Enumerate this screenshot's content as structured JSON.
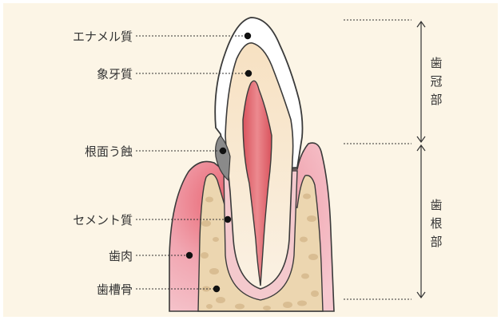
{
  "labels": {
    "enamel": "エナメル質",
    "dentin": "象牙質",
    "root_caries": "根面う蝕",
    "cementum": "セメント質",
    "gingiva": "歯肉",
    "alveolar_bone": "歯槽骨"
  },
  "sections": {
    "crown": [
      "歯",
      "冠",
      "部"
    ],
    "root": [
      "歯",
      "根",
      "部"
    ]
  },
  "colors": {
    "background": "#fcf5e6",
    "enamel": "#ffffff",
    "dentin": "#f6dfc0",
    "pulp": "#e46a72",
    "gingiva": "#f2b7c1",
    "bone": "#ecd6b0",
    "bone_spots": "#d6b98e",
    "caries": "#8a8a8a",
    "outline": "#3a3a3a"
  }
}
